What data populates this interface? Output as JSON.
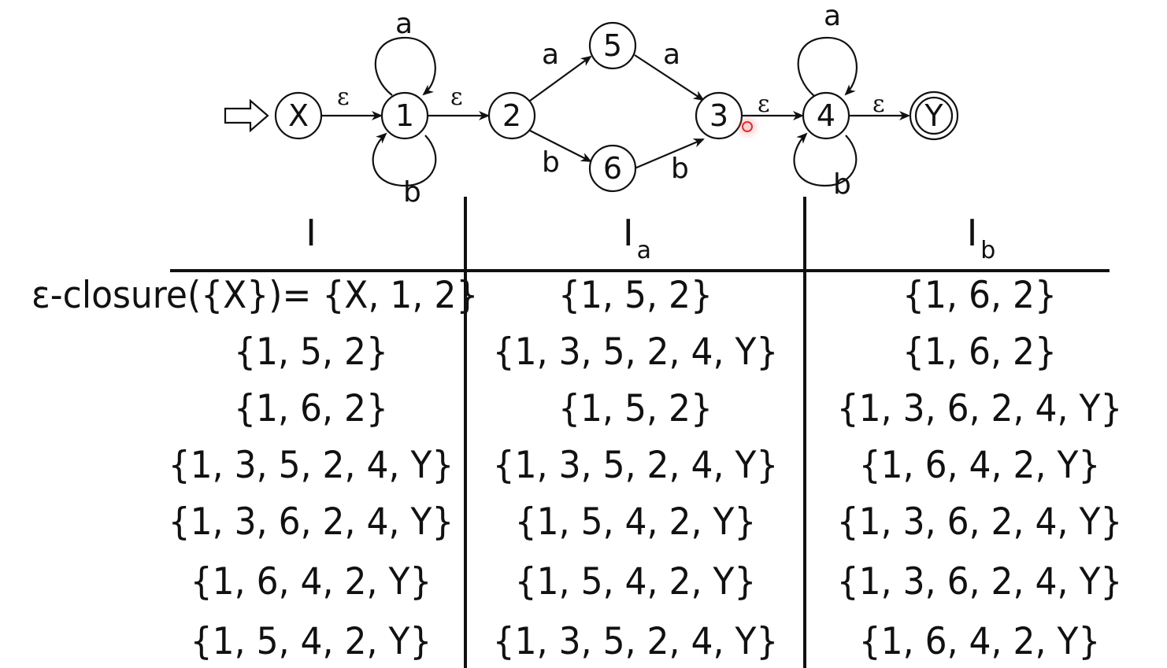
{
  "nodes": [
    {
      "id": "X",
      "label": "X",
      "accepting": false
    },
    {
      "id": "1",
      "label": "1",
      "accepting": false
    },
    {
      "id": "2",
      "label": "2",
      "accepting": false
    },
    {
      "id": "5",
      "label": "5",
      "accepting": false
    },
    {
      "id": "6",
      "label": "6",
      "accepting": false
    },
    {
      "id": "3",
      "label": "3",
      "accepting": false
    },
    {
      "id": "4",
      "label": "4",
      "accepting": false
    },
    {
      "id": "Y",
      "label": "Y",
      "accepting": true
    }
  ],
  "edges": [
    {
      "from": "X",
      "to": "1",
      "label": "ε"
    },
    {
      "from": "1",
      "to": "1",
      "label": "a"
    },
    {
      "from": "1",
      "to": "1",
      "label": "b"
    },
    {
      "from": "1",
      "to": "2",
      "label": "ε"
    },
    {
      "from": "2",
      "to": "5",
      "label": "a"
    },
    {
      "from": "2",
      "to": "6",
      "label": "b"
    },
    {
      "from": "5",
      "to": "3",
      "label": "a"
    },
    {
      "from": "6",
      "to": "3",
      "label": "b"
    },
    {
      "from": "3",
      "to": "4",
      "label": "ε"
    },
    {
      "from": "4",
      "to": "4",
      "label": "a"
    },
    {
      "from": "4",
      "to": "4",
      "label": "b"
    },
    {
      "from": "4",
      "to": "Y",
      "label": "ε"
    }
  ],
  "table": {
    "headers": {
      "I": "I",
      "Ia_main": "I",
      "Ia_sub": "a",
      "Ib_main": "I",
      "Ib_sub": "b"
    },
    "rows": [
      {
        "I": "ε-closure({X})= {X, 1, 2}",
        "Ia": "{1, 5, 2}",
        "Ib": "{1, 6, 2}"
      },
      {
        "I": "{1, 5, 2}",
        "Ia": "{1, 3, 5, 2, 4, Y}",
        "Ib": "{1, 6, 2}"
      },
      {
        "I": "{1, 6, 2}",
        "Ia": "{1, 5, 2}",
        "Ib": "{1, 3, 6, 2, 4, Y}"
      },
      {
        "I": "{1, 3, 5, 2, 4, Y}",
        "Ia": "{1, 3, 5, 2, 4, Y}",
        "Ib": "{1, 6, 4, 2, Y}"
      },
      {
        "I": "{1, 3, 6, 2, 4, Y}",
        "Ia": "{1, 5, 4, 2, Y}",
        "Ib": "{1, 3, 6, 2, 4, Y}"
      },
      {
        "I": "{1, 6, 4, 2, Y}",
        "Ia": "{1, 5, 4, 2, Y}",
        "Ib": "{1, 3, 6, 2, 4, Y}"
      },
      {
        "I": "{1, 5, 4, 2, Y}",
        "Ia": "{1, 3, 5, 2, 4, Y}",
        "Ib": "{1, 6, 4, 2, Y}"
      }
    ]
  },
  "colors": {
    "ink": "#111111",
    "cursor": "#d8322f"
  }
}
